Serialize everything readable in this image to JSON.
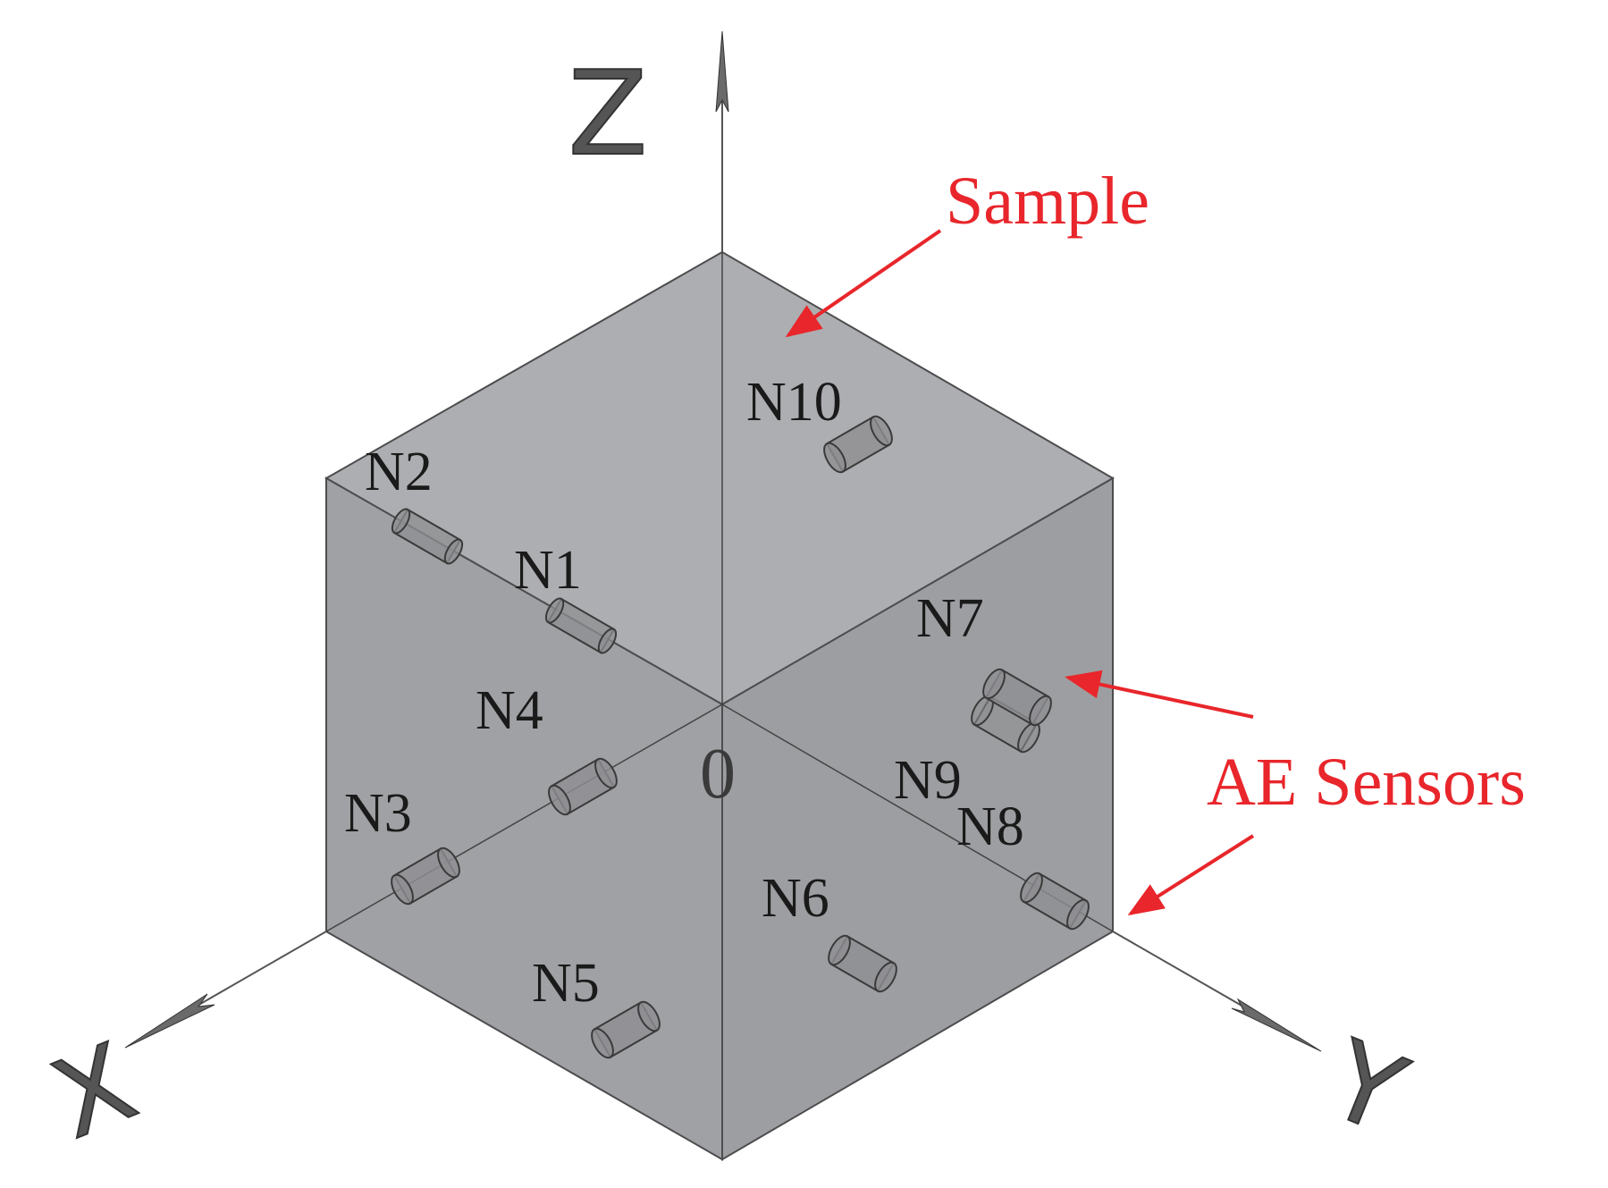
{
  "axes": {
    "z": "Z",
    "x": "X",
    "y": "Y",
    "origin": "0"
  },
  "annotations": {
    "sample": "Sample",
    "ae_sensors": "AE Sensors"
  },
  "sensors": {
    "n1": "N1",
    "n2": "N2",
    "n3": "N3",
    "n4": "N4",
    "n5": "N5",
    "n6": "N6",
    "n7": "N7",
    "n8": "N8",
    "n9": "N9",
    "n10": "N10"
  },
  "colors": {
    "annotation": "#e8262b",
    "face_top": "#adaeb1",
    "face_left": "#a0a1a4",
    "face_right": "#9d9ea1",
    "label": "#1a1a1a",
    "axis_label": "#555555"
  }
}
